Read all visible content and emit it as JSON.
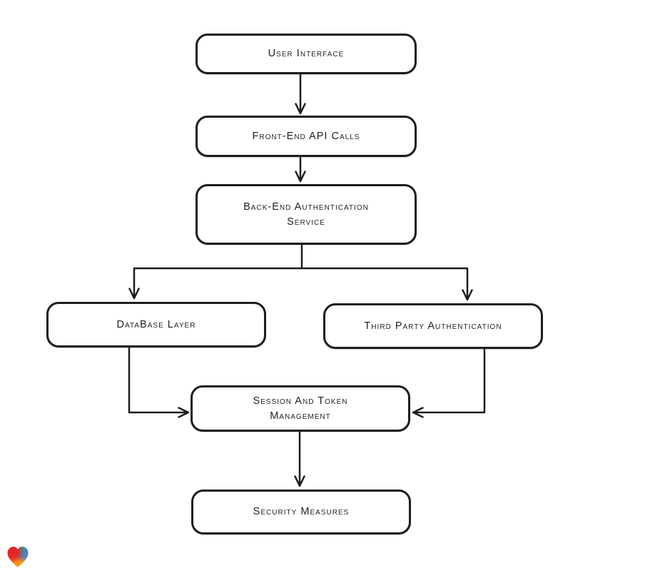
{
  "diagram": {
    "type": "flowchart",
    "nodes": [
      {
        "id": "user-interface",
        "lines": [
          "User Interface"
        ]
      },
      {
        "id": "front-end-api-calls",
        "lines": [
          "Front-End API Calls"
        ]
      },
      {
        "id": "back-end-authentication-service",
        "lines": [
          "Back-End Authentication",
          "Service"
        ]
      },
      {
        "id": "database-layer",
        "lines": [
          "DataBase Layer"
        ]
      },
      {
        "id": "third-party-authentication",
        "lines": [
          "Third Party Authentication"
        ]
      },
      {
        "id": "session-and-token-management",
        "lines": [
          "Session And Token",
          "Management"
        ]
      },
      {
        "id": "security-measures",
        "lines": [
          "Security Measures"
        ]
      }
    ],
    "edges": [
      {
        "from": "user-interface",
        "to": "front-end-api-calls"
      },
      {
        "from": "front-end-api-calls",
        "to": "back-end-authentication-service"
      },
      {
        "from": "back-end-authentication-service",
        "to": "database-layer"
      },
      {
        "from": "back-end-authentication-service",
        "to": "third-party-authentication"
      },
      {
        "from": "database-layer",
        "to": "session-and-token-management"
      },
      {
        "from": "third-party-authentication",
        "to": "session-and-token-management"
      },
      {
        "from": "session-and-token-management",
        "to": "security-measures"
      }
    ],
    "stroke_color": "#1d1d1d",
    "node_fill": "#ffffff",
    "text_color": "#1f1f1f"
  },
  "branding": {
    "logo": "gradient-heart-logo",
    "colors": {
      "red": "#e52428",
      "teal": "#2aa489",
      "blue": "#3b82d8",
      "orange": "#f7a01b"
    }
  }
}
